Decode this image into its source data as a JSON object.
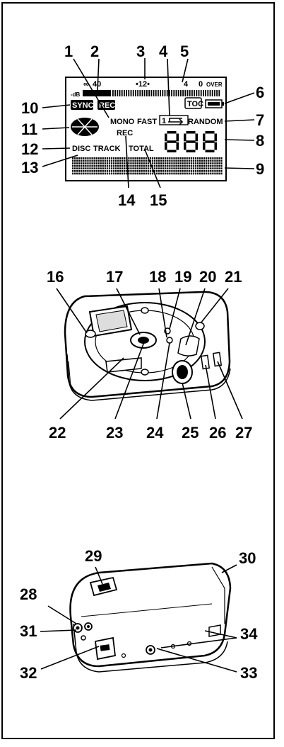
{
  "callouts": {
    "n1": "1",
    "n2": "2",
    "n3": "3",
    "n4": "4",
    "n5": "5",
    "n6": "6",
    "n7": "7",
    "n8": "8",
    "n9": "9",
    "n10": "10",
    "n11": "11",
    "n12": "12",
    "n13": "13",
    "n14": "14",
    "n15": "15",
    "n16": "16",
    "n17": "17",
    "n18": "18",
    "n19": "19",
    "n20": "20",
    "n21": "21",
    "n22": "22",
    "n23": "23",
    "n24": "24",
    "n25": "25",
    "n26": "26",
    "n27": "27",
    "n28": "28",
    "n29": "29",
    "n30": "30",
    "n31": "31",
    "n32": "32",
    "n33": "33",
    "n34": "34"
  },
  "display": {
    "scale_inf": "∞",
    "scale_40": "40",
    "scale_12": "•12•",
    "scale_4": "4",
    "scale_0": "0",
    "scale_over": "OVER",
    "db": "-dB",
    "sync": "SYNC",
    "rec_badge": "REC",
    "toc": "TOC",
    "mono": "MONO",
    "fast": "FAST",
    "repeat_one": "1",
    "random": "RANDOM",
    "rec": "REC",
    "disc": "DISC",
    "track": "TRACK",
    "total": "TOTAL",
    "digits": "888"
  }
}
